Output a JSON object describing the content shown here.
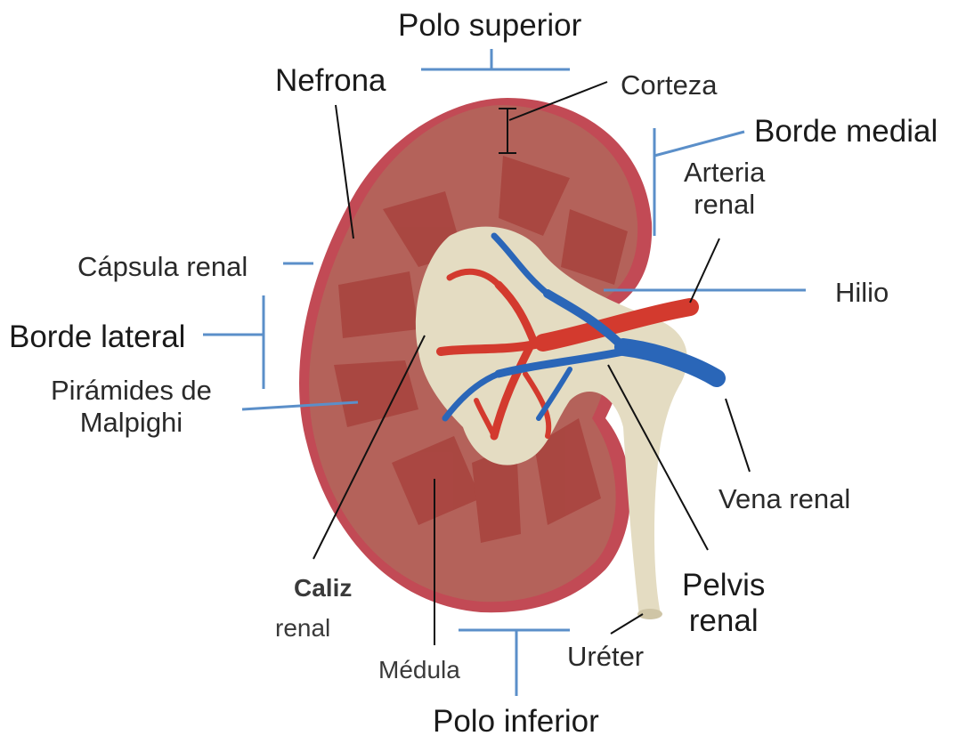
{
  "colors": {
    "leader_blue": "#5b8fc9",
    "cortex": "#b4625a",
    "pyramid": "#a8453f",
    "pelvis": "#e4dcc2",
    "artery": "#d33a2e",
    "vein": "#2a66b8",
    "capsule": "#c24a55"
  },
  "labels": {
    "polo_superior": "Polo superior",
    "nefrona": "Nefrona",
    "corteza": "Corteza",
    "borde_medial": "Borde medial",
    "arteria_renal_1": "Arteria",
    "arteria_renal_2": "renal",
    "capsula_renal": "Cápsula renal",
    "hilio": "Hilio",
    "borde_lateral": "Borde lateral",
    "piramides_1": "Pirámides de",
    "piramides_2": "Malpighi",
    "vena_renal": "Vena renal",
    "caliz_1": "Caliz",
    "caliz_2": "renal",
    "pelvis_1": "Pelvis",
    "pelvis_2": "renal",
    "medula": "Médula",
    "ureter": "Uréter",
    "polo_inferior": "Polo inferior"
  }
}
